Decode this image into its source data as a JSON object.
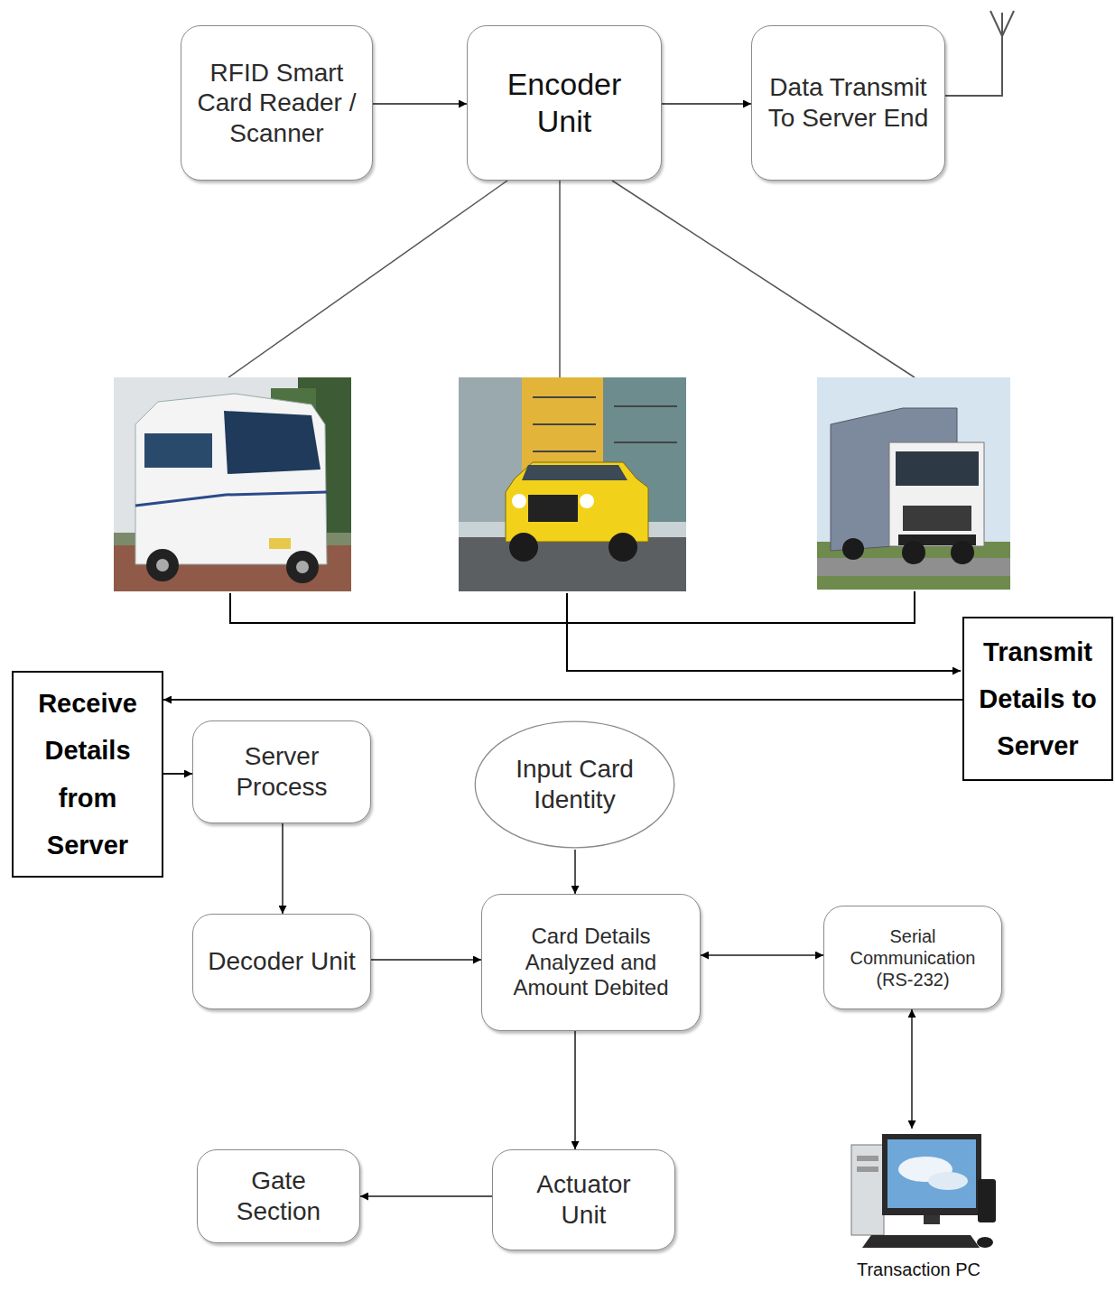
{
  "diagram": {
    "nodes": [
      {
        "text": [
          "RFID Smart Card Reader / Scanner"
        ]
      },
      {
        "text": [
          "Encoder Unit"
        ]
      },
      {
        "text": [
          "Data Transmit To Server End"
        ]
      },
      {
        "text": [
          "Transmit Details to Server"
        ]
      },
      {
        "text": [
          "Receive Details from Server"
        ]
      },
      {
        "text": [
          "Server Process"
        ]
      },
      {
        "text": [
          "Input Card Identity"
        ]
      },
      {
        "text": [
          "Decoder Unit"
        ]
      },
      {
        "text": [
          "Card Details Analyzed and Amount Debited"
        ]
      },
      {
        "text": [
          "Serial Communication (RS-232)"
        ]
      },
      {
        "text": [
          "Gate Section"
        ]
      },
      {
        "text": [
          "Actuator Unit"
        ]
      },
      {
        "text": [
          "Transaction PC"
        ]
      }
    ],
    "edges": [
      {
        "from": 0,
        "to": 1,
        "arrow": "to"
      },
      {
        "from": 1,
        "to": 2,
        "arrow": "to"
      },
      {
        "from": 3,
        "to": 4,
        "arrow": "to"
      },
      {
        "from": 4,
        "to": 5,
        "arrow": "to"
      },
      {
        "from": 5,
        "to": 7,
        "arrow": "to"
      },
      {
        "from": 6,
        "to": 8,
        "arrow": "to"
      },
      {
        "from": 7,
        "to": 8,
        "arrow": "to"
      },
      {
        "from": 8,
        "to": 9,
        "arrow": "both"
      },
      {
        "from": 8,
        "to": 11,
        "arrow": "to"
      },
      {
        "from": 11,
        "to": 10,
        "arrow": "to"
      },
      {
        "from": 9,
        "to": 12,
        "arrow": "both"
      }
    ]
  }
}
